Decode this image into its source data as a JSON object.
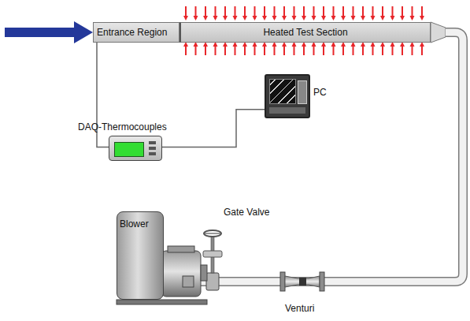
{
  "diagram": {
    "nodes": [
      {
        "text": [
          "Entrance Region"
        ]
      },
      {
        "text": [
          "Heated Test Section"
        ]
      },
      {
        "text": [
          "DAQ-Thermocouples"
        ]
      },
      {
        "text": [
          "PC"
        ]
      },
      {
        "text": [
          "Blower"
        ]
      }
    ],
    "edges": [
      {
        "from": 0,
        "to": 2,
        "arrow": "none"
      },
      {
        "from": 2,
        "to": 3,
        "arrow": "none"
      }
    ],
    "labels": [
      "Gate Valve",
      "Venturi"
    ]
  }
}
